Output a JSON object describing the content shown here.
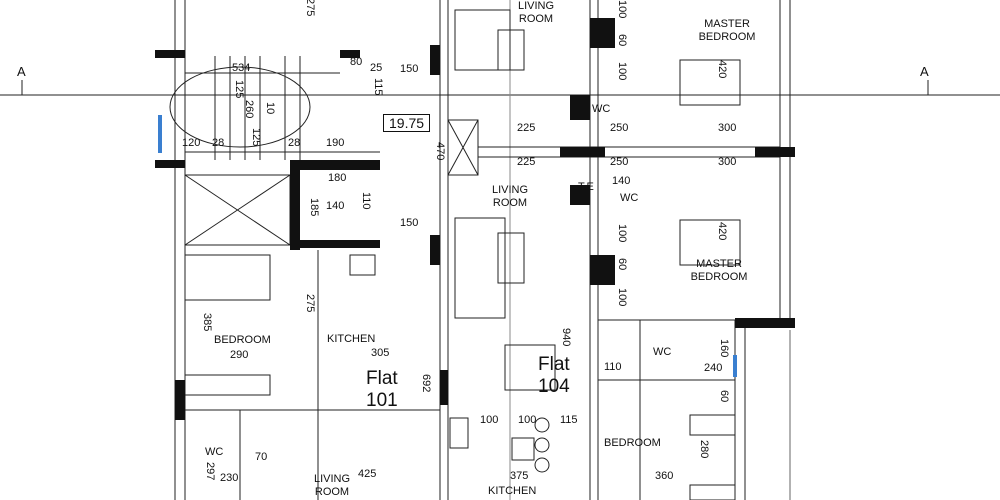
{
  "section_marks": {
    "left": "A",
    "right": "A"
  },
  "area_label": "19.75",
  "flats": [
    {
      "word": "Flat",
      "number": "101"
    },
    {
      "word": "Flat",
      "number": "104"
    }
  ],
  "rooms": {
    "living_top": "LIVING ROOM",
    "master_top": "MASTER BEDROOM",
    "wc_top": "WC",
    "te": "T.E",
    "wc_mid": "WC",
    "living_mid": "LIVING ROOM",
    "master_mid": "MASTER BEDROOM",
    "bedroom_101": "BEDROOM",
    "kitchen_101": "KITCHEN",
    "wc_104": "WC",
    "bedroom_104": "BEDROOM",
    "kitchen_104": "KITCHEN",
    "wc_101": "WC",
    "living_101": "LIVING ROOM"
  },
  "dims": {
    "d534": "534",
    "d125a": "125",
    "d10": "10",
    "d260": "260",
    "d125b": "125",
    "d120": "120",
    "d28a": "28",
    "d28b": "28",
    "d190": "190",
    "d80": "80",
    "d25": "25",
    "d115v": "115",
    "d150a": "150",
    "d470": "470",
    "d225a": "225",
    "d225b": "225",
    "d250a": "250",
    "d250b": "250",
    "d300a": "300",
    "d300b": "300",
    "d140wc": "140",
    "d180": "180",
    "d140": "140",
    "d185": "185",
    "d110v": "110",
    "d150b": "150",
    "d100a": "100",
    "d60a": "60",
    "d100b": "100",
    "d420a": "420",
    "d100c": "100",
    "d60b": "60",
    "d100d": "100",
    "d420b": "420",
    "d275a": "275",
    "d275b": "275",
    "d385": "385",
    "d290": "290",
    "d305": "305",
    "d692": "692",
    "d940": "940",
    "d110": "110",
    "d240": "240",
    "d160": "160",
    "d60c": "60",
    "d100e": "100",
    "d100f": "100",
    "d115": "115",
    "d280": "280",
    "d360": "360",
    "d375": "375",
    "d297": "297",
    "d230": "230",
    "d70": "70",
    "d425": "425"
  }
}
